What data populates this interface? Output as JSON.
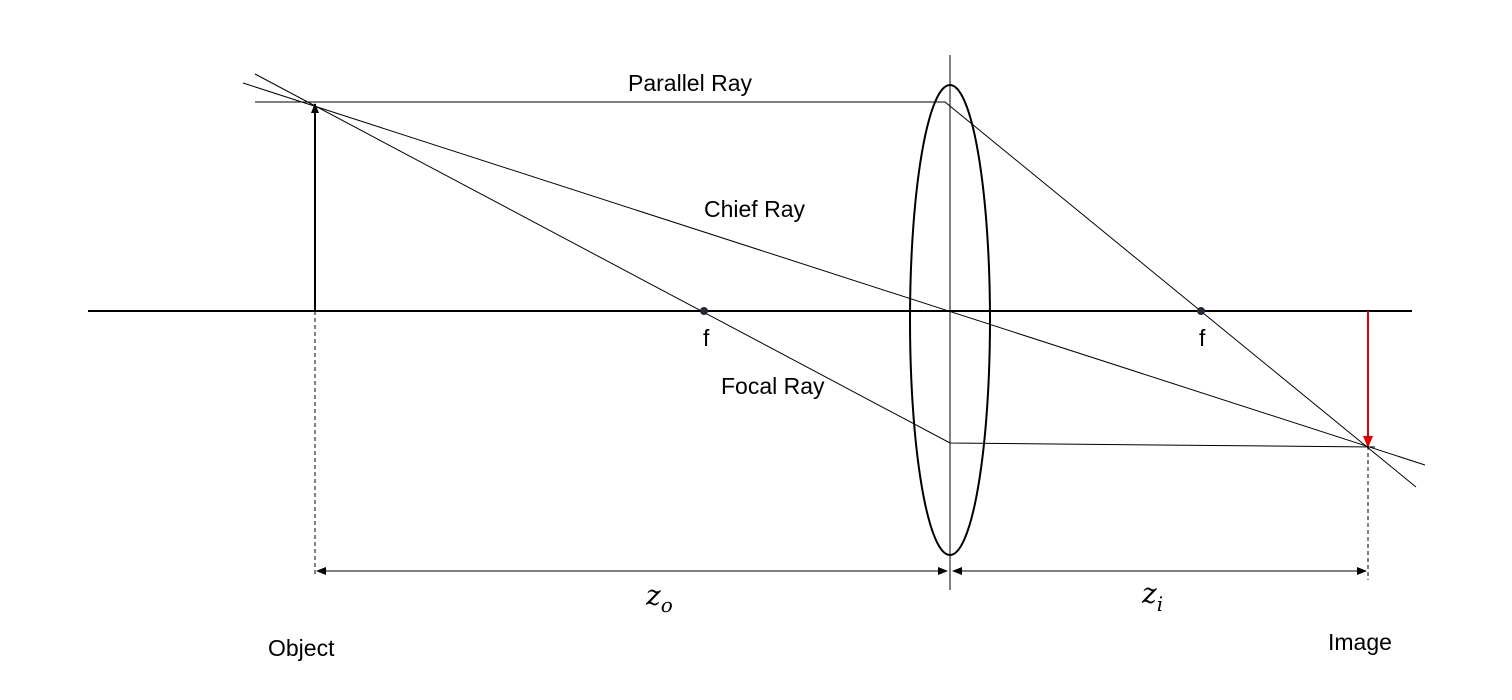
{
  "labels": {
    "parallel_ray": "Parallel Ray",
    "chief_ray": "Chief Ray",
    "focal_ray": "Focal Ray",
    "focal_left": "f",
    "focal_right": "f",
    "object": "Object",
    "image": "Image",
    "z_object_main": "z",
    "z_object_sub": "o",
    "z_image_main": "z",
    "z_image_sub": "i"
  },
  "colors": {
    "line": "#000000",
    "image_arrow": "#e00000",
    "focal_point": "#1f2a3a"
  }
}
